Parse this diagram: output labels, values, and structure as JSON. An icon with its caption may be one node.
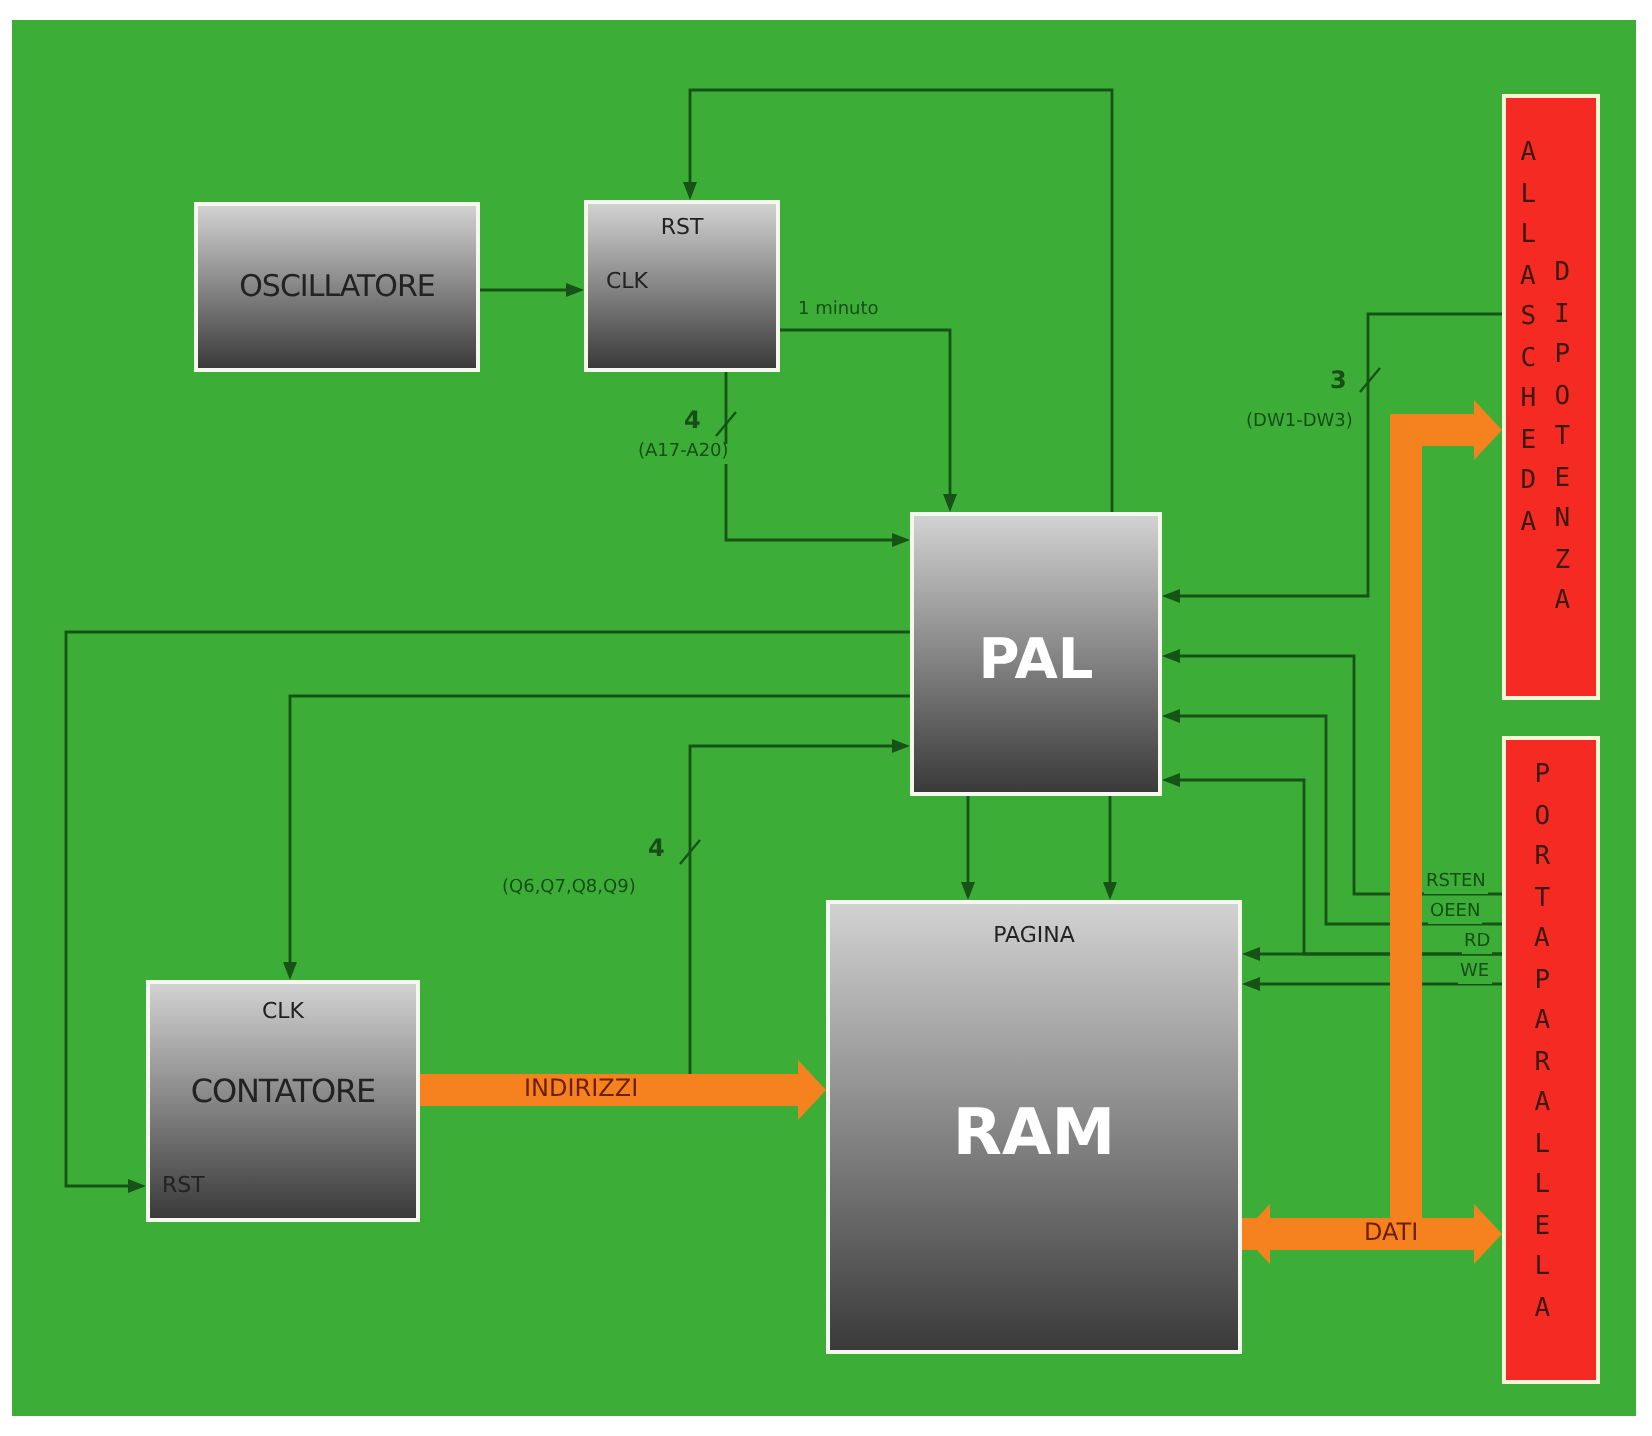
{
  "diagram": {
    "nodes": [
      {
        "text": [
          "OSCILLATORE"
        ]
      },
      {
        "text": [
          "RST",
          "CLK"
        ]
      },
      {
        "text": [
          "ALLA SCHEDA",
          "DI POTENZA"
        ]
      },
      {
        "text": [
          "PAL"
        ]
      },
      {
        "text": [
          "PORTA PARALLELA"
        ]
      },
      {
        "text": [
          "CLK",
          "CONTATORE",
          "RST"
        ]
      },
      {
        "text": [
          "PAGINA",
          "RAM"
        ]
      }
    ],
    "edges": [
      {
        "from": 0,
        "to": 1,
        "arrow": "to"
      },
      {
        "from": 3,
        "to": 1,
        "arrow": "to"
      },
      {
        "from": 1,
        "to": 3,
        "arrow": "to",
        "label": "1 minuto"
      },
      {
        "from": 1,
        "to": 3,
        "arrow": "to",
        "label": "4"
      },
      {
        "from": 2,
        "to": 3,
        "arrow": "to",
        "label": "3"
      },
      {
        "from": 3,
        "to": 5,
        "arrow": "to"
      },
      {
        "from": 3,
        "to": 5,
        "arrow": "to"
      },
      {
        "from": 5,
        "to": 3,
        "arrow": "to",
        "label": "4"
      },
      {
        "from": 3,
        "to": 6,
        "arrow": "to"
      },
      {
        "from": 3,
        "to": 6,
        "arrow": "to"
      },
      {
        "from": 4,
        "to": 3,
        "arrow": "to",
        "label": "RSTEN"
      },
      {
        "from": 4,
        "to": 3,
        "arrow": "to",
        "label": "OEEN"
      },
      {
        "from": 4,
        "to": 6,
        "arrow": "to",
        "label": "RD"
      },
      {
        "from": 4,
        "to": 3,
        "arrow": "to"
      },
      {
        "from": 4,
        "to": 6,
        "arrow": "to",
        "label": "WE"
      },
      {
        "from": 5,
        "to": 6,
        "arrow": "to",
        "label": "INDIRIZZI",
        "style": "thick",
        "color": "#f5821f"
      },
      {
        "from": 6,
        "to": 4,
        "arrow": "both",
        "label": "DATI",
        "style": "thick",
        "color": "#f5821f"
      },
      {
        "from": 6,
        "to": 2,
        "arrow": "to",
        "style": "thick",
        "color": "#f5821f"
      }
    ],
    "labels": [
      "(A17-A20)",
      "(DW1-DW3)",
      "(Q6,Q7,Q8,Q9)"
    ]
  }
}
